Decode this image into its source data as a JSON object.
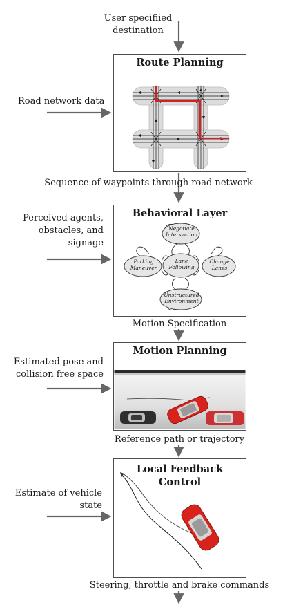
{
  "inputs": {
    "destination": [
      "User specifiied",
      "destination"
    ],
    "road_network": "Road network data",
    "perceived": [
      "Perceived agents,",
      "obstacles, and",
      "signage"
    ],
    "estimated_pose": [
      "Estimated pose and",
      "collision free space"
    ],
    "vehicle_state": [
      "Estimate of vehicle",
      "state"
    ]
  },
  "outputs": {
    "waypoints": "Sequence of waypoints through road network",
    "motion_spec": "Motion Specification",
    "reference_path": "Reference path or trajectory",
    "commands": "Steering, throttle and brake commands"
  },
  "blocks": {
    "route_planning": "Route Planning",
    "behavioral_layer": "Behavioral Layer",
    "motion_planning": "Motion Planning",
    "local_feedback": [
      "Local Feedback",
      "Control"
    ]
  },
  "behavior_states": {
    "negotiate": [
      "Negotiate",
      "Intersection"
    ],
    "lane_following": [
      "Lane",
      "Following"
    ],
    "parking": [
      "Parking",
      "Maneuver"
    ],
    "change_lanes": [
      "Change",
      "Lanes"
    ],
    "unstructured": [
      "Unstructured",
      "Environment"
    ]
  },
  "colors": {
    "box_border": "#4d4d4d",
    "arrow": "#666666",
    "road": "#dcdcdc",
    "route": "#d42020",
    "car_red": "#d8231c",
    "state_fill": "#e6e6e6"
  }
}
